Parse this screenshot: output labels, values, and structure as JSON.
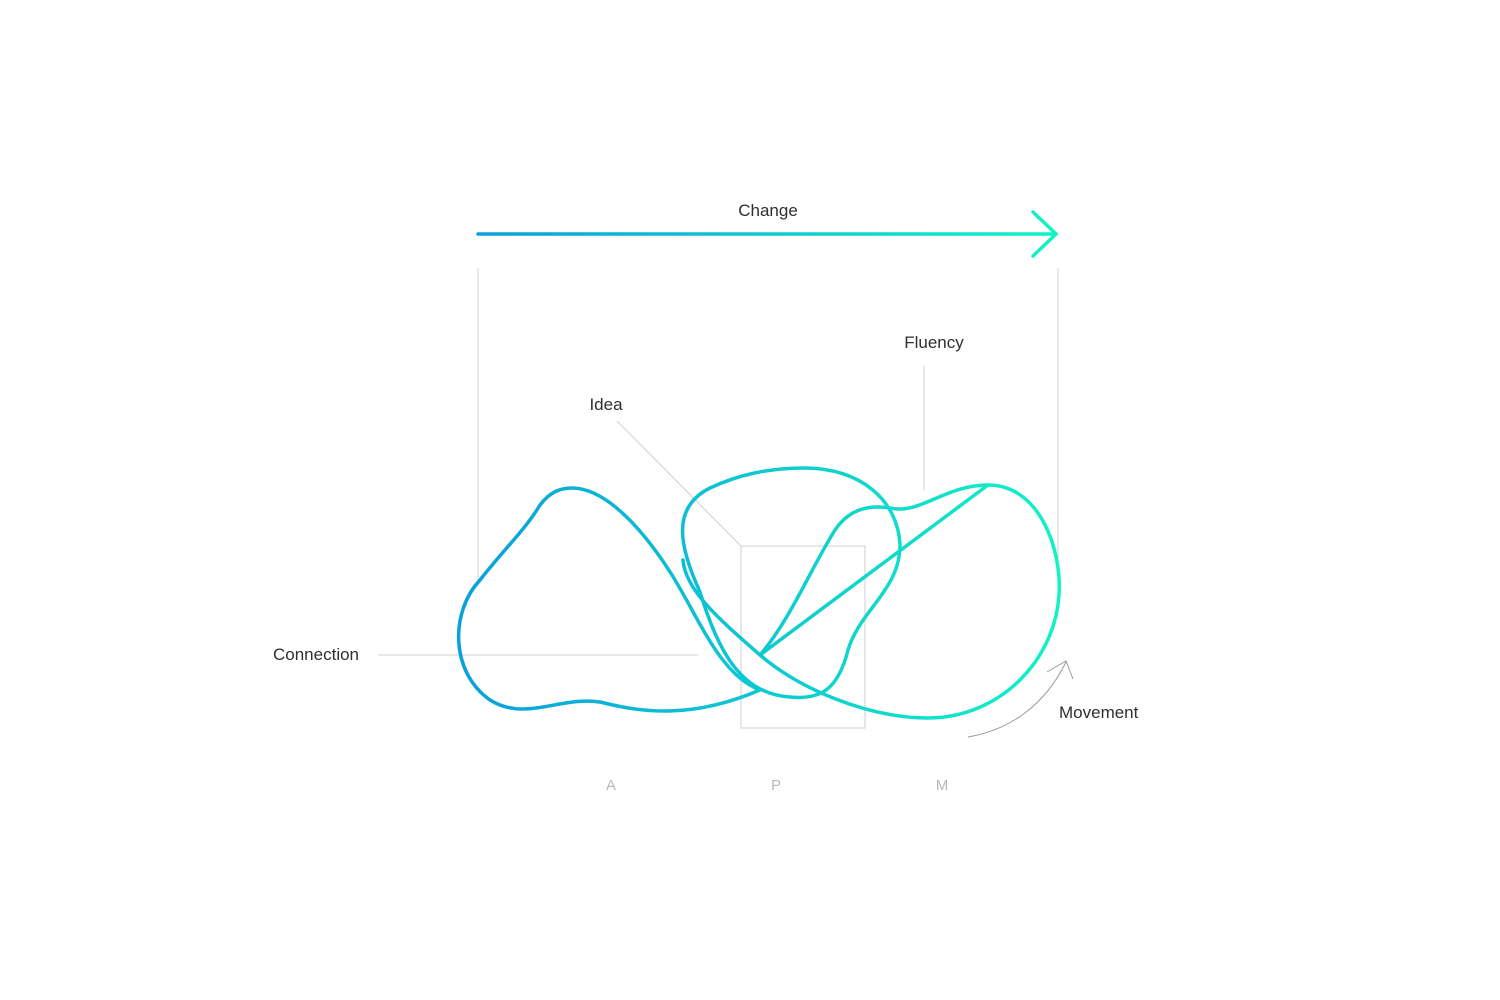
{
  "diagram": {
    "labels": {
      "change": "Change",
      "fluency": "Fluency",
      "idea": "Idea",
      "connection": "Connection",
      "movement": "Movement"
    },
    "stages": [
      "A",
      "P",
      "M"
    ],
    "colors": {
      "gradient_start": "#0a9fdb",
      "gradient_end": "#12f2c6",
      "text": "#2f2f2f",
      "stage_text": "#b8b8b8",
      "guide_lines": "#cfcfcf"
    }
  }
}
